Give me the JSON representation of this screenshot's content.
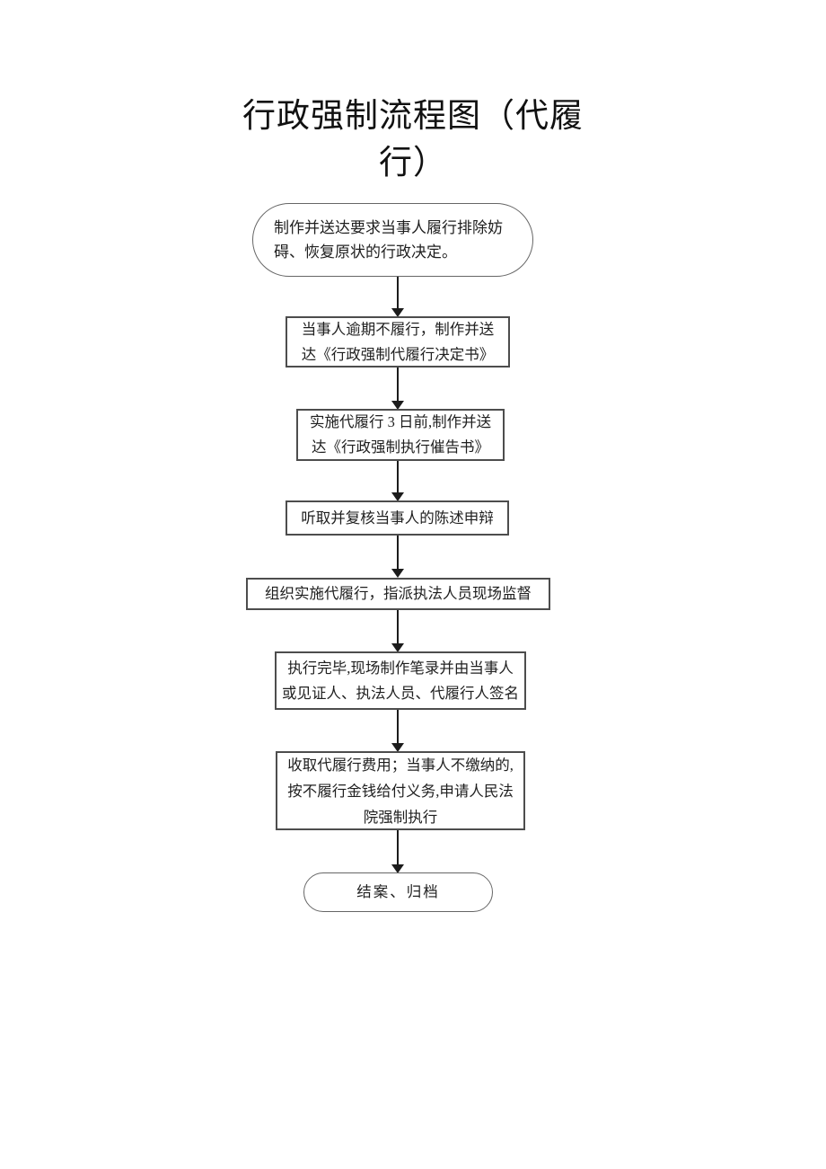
{
  "title": "行政强制流程图（代履行）",
  "flowchart": {
    "nodes": [
      {
        "id": "start",
        "shape": "terminator",
        "text": "制作并送达要求当事人履行排除妨碍、恢复原状的行政决定。"
      },
      {
        "id": "step1",
        "shape": "process",
        "text": "当事人逾期不履行，制作并送达《行政强制代履行决定书》"
      },
      {
        "id": "step2",
        "shape": "process",
        "text": "实施代履行 3 日前,制作并送达《行政强制执行催告书》"
      },
      {
        "id": "step3",
        "shape": "process",
        "text": "听取并复核当事人的陈述申辩"
      },
      {
        "id": "step4",
        "shape": "process",
        "text": "组织实施代履行，指派执法人员现场监督"
      },
      {
        "id": "step5",
        "shape": "process",
        "text": "执行完毕,现场制作笔录并由当事人或见证人、执法人员、代履行人签名"
      },
      {
        "id": "step6",
        "shape": "process",
        "text": "收取代履行费用；当事人不缴纳的,按不履行金钱给付义务,申请人民法院强制执行"
      },
      {
        "id": "end",
        "shape": "terminator",
        "text": "结案、归档"
      }
    ],
    "connector": "arrow-down"
  },
  "colors": {
    "background": "#ffffff",
    "box_border": "#4d4d4d",
    "oval_border": "#666666",
    "text": "#1f1f1f",
    "arrow": "#1c1c1c"
  }
}
